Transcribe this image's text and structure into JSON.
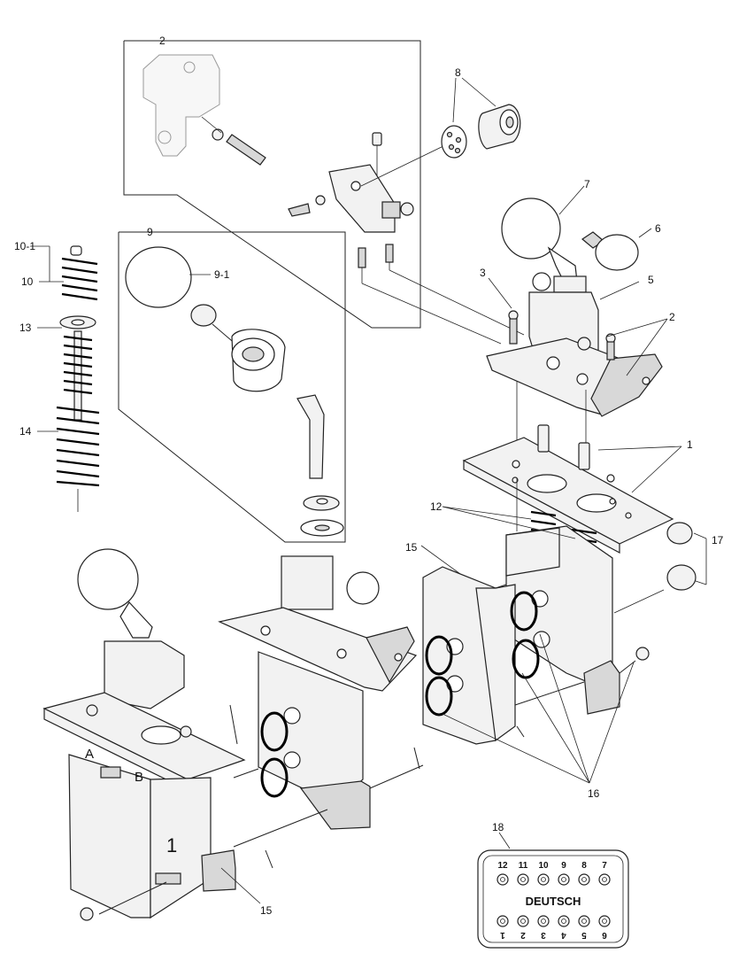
{
  "callouts": [
    {
      "id": "c-2-top",
      "text": "2"
    },
    {
      "id": "c-8",
      "text": "8"
    },
    {
      "id": "c-7",
      "text": "7"
    },
    {
      "id": "c-6",
      "text": "6"
    },
    {
      "id": "c-5",
      "text": "5"
    },
    {
      "id": "c-3",
      "text": "3"
    },
    {
      "id": "c-2-right",
      "text": "2"
    },
    {
      "id": "c-10-1",
      "text": "10-1"
    },
    {
      "id": "c-10",
      "text": "10"
    },
    {
      "id": "c-13",
      "text": "13"
    },
    {
      "id": "c-14",
      "text": "14"
    },
    {
      "id": "c-9",
      "text": "9"
    },
    {
      "id": "c-9-1",
      "text": "9-1"
    },
    {
      "id": "c-1",
      "text": "1"
    },
    {
      "id": "c-12",
      "text": "12"
    },
    {
      "id": "c-15-top",
      "text": "15"
    },
    {
      "id": "c-17",
      "text": "17"
    },
    {
      "id": "c-16",
      "text": "16"
    },
    {
      "id": "c-15-bottom",
      "text": "15"
    },
    {
      "id": "c-18",
      "text": "18"
    }
  ],
  "body_markings": {
    "port_a": "A",
    "port_b": "B",
    "section_1": "1"
  },
  "connector": {
    "label": "DEUTSCH",
    "top_row": [
      "12",
      "11",
      "10",
      "9",
      "8",
      "7"
    ],
    "bottom_row": [
      "1",
      "2",
      "3",
      "4",
      "5",
      "6"
    ]
  }
}
